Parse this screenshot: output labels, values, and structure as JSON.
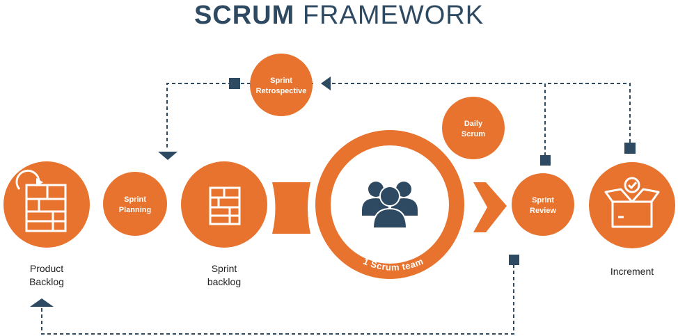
{
  "title": {
    "bold": "SCRUM",
    "light": "FRAMEWORK"
  },
  "colors": {
    "orange": "#e8732e",
    "navy": "#2e4a62",
    "white": "#ffffff"
  },
  "nodes": {
    "sprint_retrospective": {
      "line1": "Sprint",
      "line2": "Retrospective"
    },
    "sprint_planning": {
      "line1": "Sprint",
      "line2": "Planning"
    },
    "daily_scrum": {
      "line1": "Daily",
      "line2": "Scrum"
    },
    "sprint_review": {
      "line1": "Sprint",
      "line2": "Review"
    },
    "scrum_team": {
      "label": "1 Scrum team"
    }
  },
  "labels": {
    "product_backlog": {
      "line1": "Product",
      "line2": "Backlog"
    },
    "sprint_backlog": {
      "line1": "Sprint",
      "line2": "backlog"
    },
    "increment": "Increment"
  },
  "icons": [
    "refresh-icon",
    "backlog-grid-icon",
    "sprint-backlog-icon",
    "team-icon",
    "open-box-check-icon"
  ]
}
